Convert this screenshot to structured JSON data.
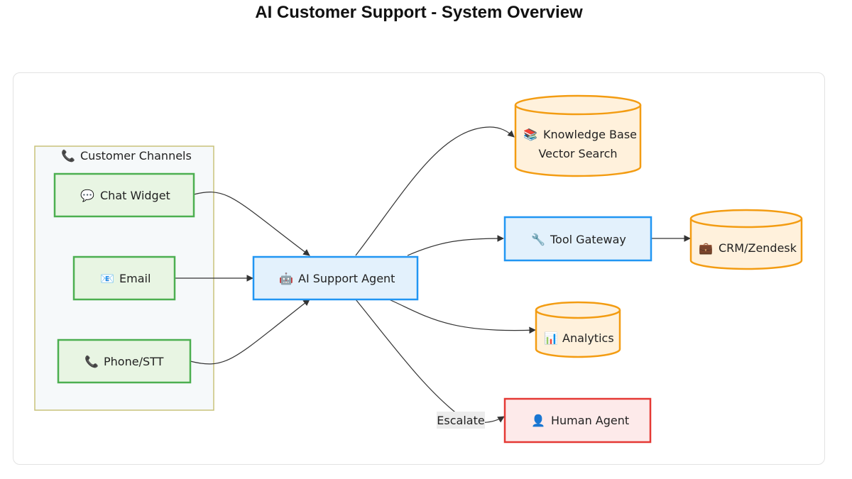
{
  "title": "AI Customer Support - System Overview",
  "colors": {
    "channel_fill": "#e8f5e3",
    "channel_stroke": "#4caf50",
    "agent_fill": "#e3f1fc",
    "agent_stroke": "#2196f3",
    "store_fill": "#fff1dc",
    "store_stroke": "#f39c12",
    "human_fill": "#fdeaea",
    "human_stroke": "#e53935",
    "group_fill": "#f6f9fa",
    "group_stroke": "#c8c27a"
  },
  "group": {
    "icon": "phone-icon",
    "icon_glyph": "📞",
    "label": "Customer Channels"
  },
  "nodes": {
    "chat": {
      "icon": "speech-bubble-icon",
      "icon_glyph": "💬",
      "label": "Chat Widget"
    },
    "email": {
      "icon": "email-icon",
      "icon_glyph": "📧",
      "label": "Email"
    },
    "phone": {
      "icon": "phone-icon",
      "icon_glyph": "📞",
      "label": "Phone/STT"
    },
    "agent": {
      "icon": "robot-icon",
      "icon_glyph": "🤖",
      "label": "AI Support Agent"
    },
    "kb": {
      "icon": "books-icon",
      "icon_glyph": "📚",
      "label_line1": "Knowledge Base",
      "label_line2": "Vector Search"
    },
    "tools": {
      "icon": "wrench-icon",
      "icon_glyph": "🔧",
      "label": "Tool Gateway"
    },
    "crm": {
      "icon": "briefcase-icon",
      "icon_glyph": "💼",
      "label": "CRM/Zendesk"
    },
    "analytics": {
      "icon": "bar-chart-icon",
      "icon_glyph": "📊",
      "label": "Analytics"
    },
    "human": {
      "icon": "person-icon",
      "icon_glyph": "👤",
      "label": "Human Agent"
    }
  },
  "edges": {
    "escalate_label": "Escalate"
  }
}
